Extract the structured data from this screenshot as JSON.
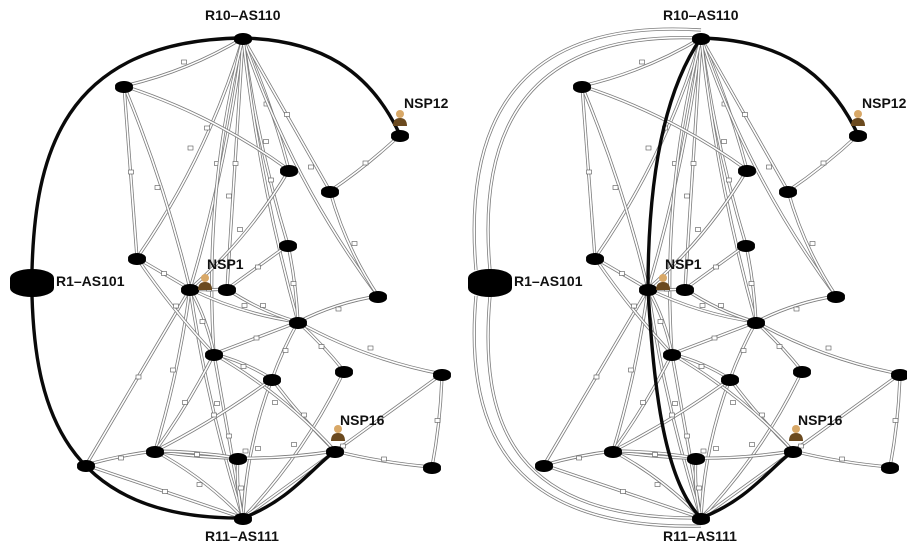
{
  "figure": {
    "panels": [
      {
        "id": "left",
        "labels": {
          "top_router": "R10–AS110",
          "bottom_router": "R11–AS111",
          "left_router": "R1–AS101",
          "nsp_a": "NSP1",
          "nsp_b": "NSP12",
          "nsp_c": "NSP16"
        }
      },
      {
        "id": "right",
        "labels": {
          "top_router": "R10–AS110",
          "bottom_router": "R11–AS111",
          "left_router": "R1–AS101",
          "nsp_a": "NSP1",
          "nsp_b": "NSP12",
          "nsp_c": "NSP16"
        }
      }
    ],
    "colors": {
      "heavy_path": "#0a0a0a",
      "light_edge": "#7c7c7c",
      "router": "#4a7cc3",
      "big_router": "#5fb8ef",
      "nsp_person": "#6b4a1f"
    },
    "icons": {
      "router": "router-icon",
      "nsp": "person-icon"
    }
  }
}
